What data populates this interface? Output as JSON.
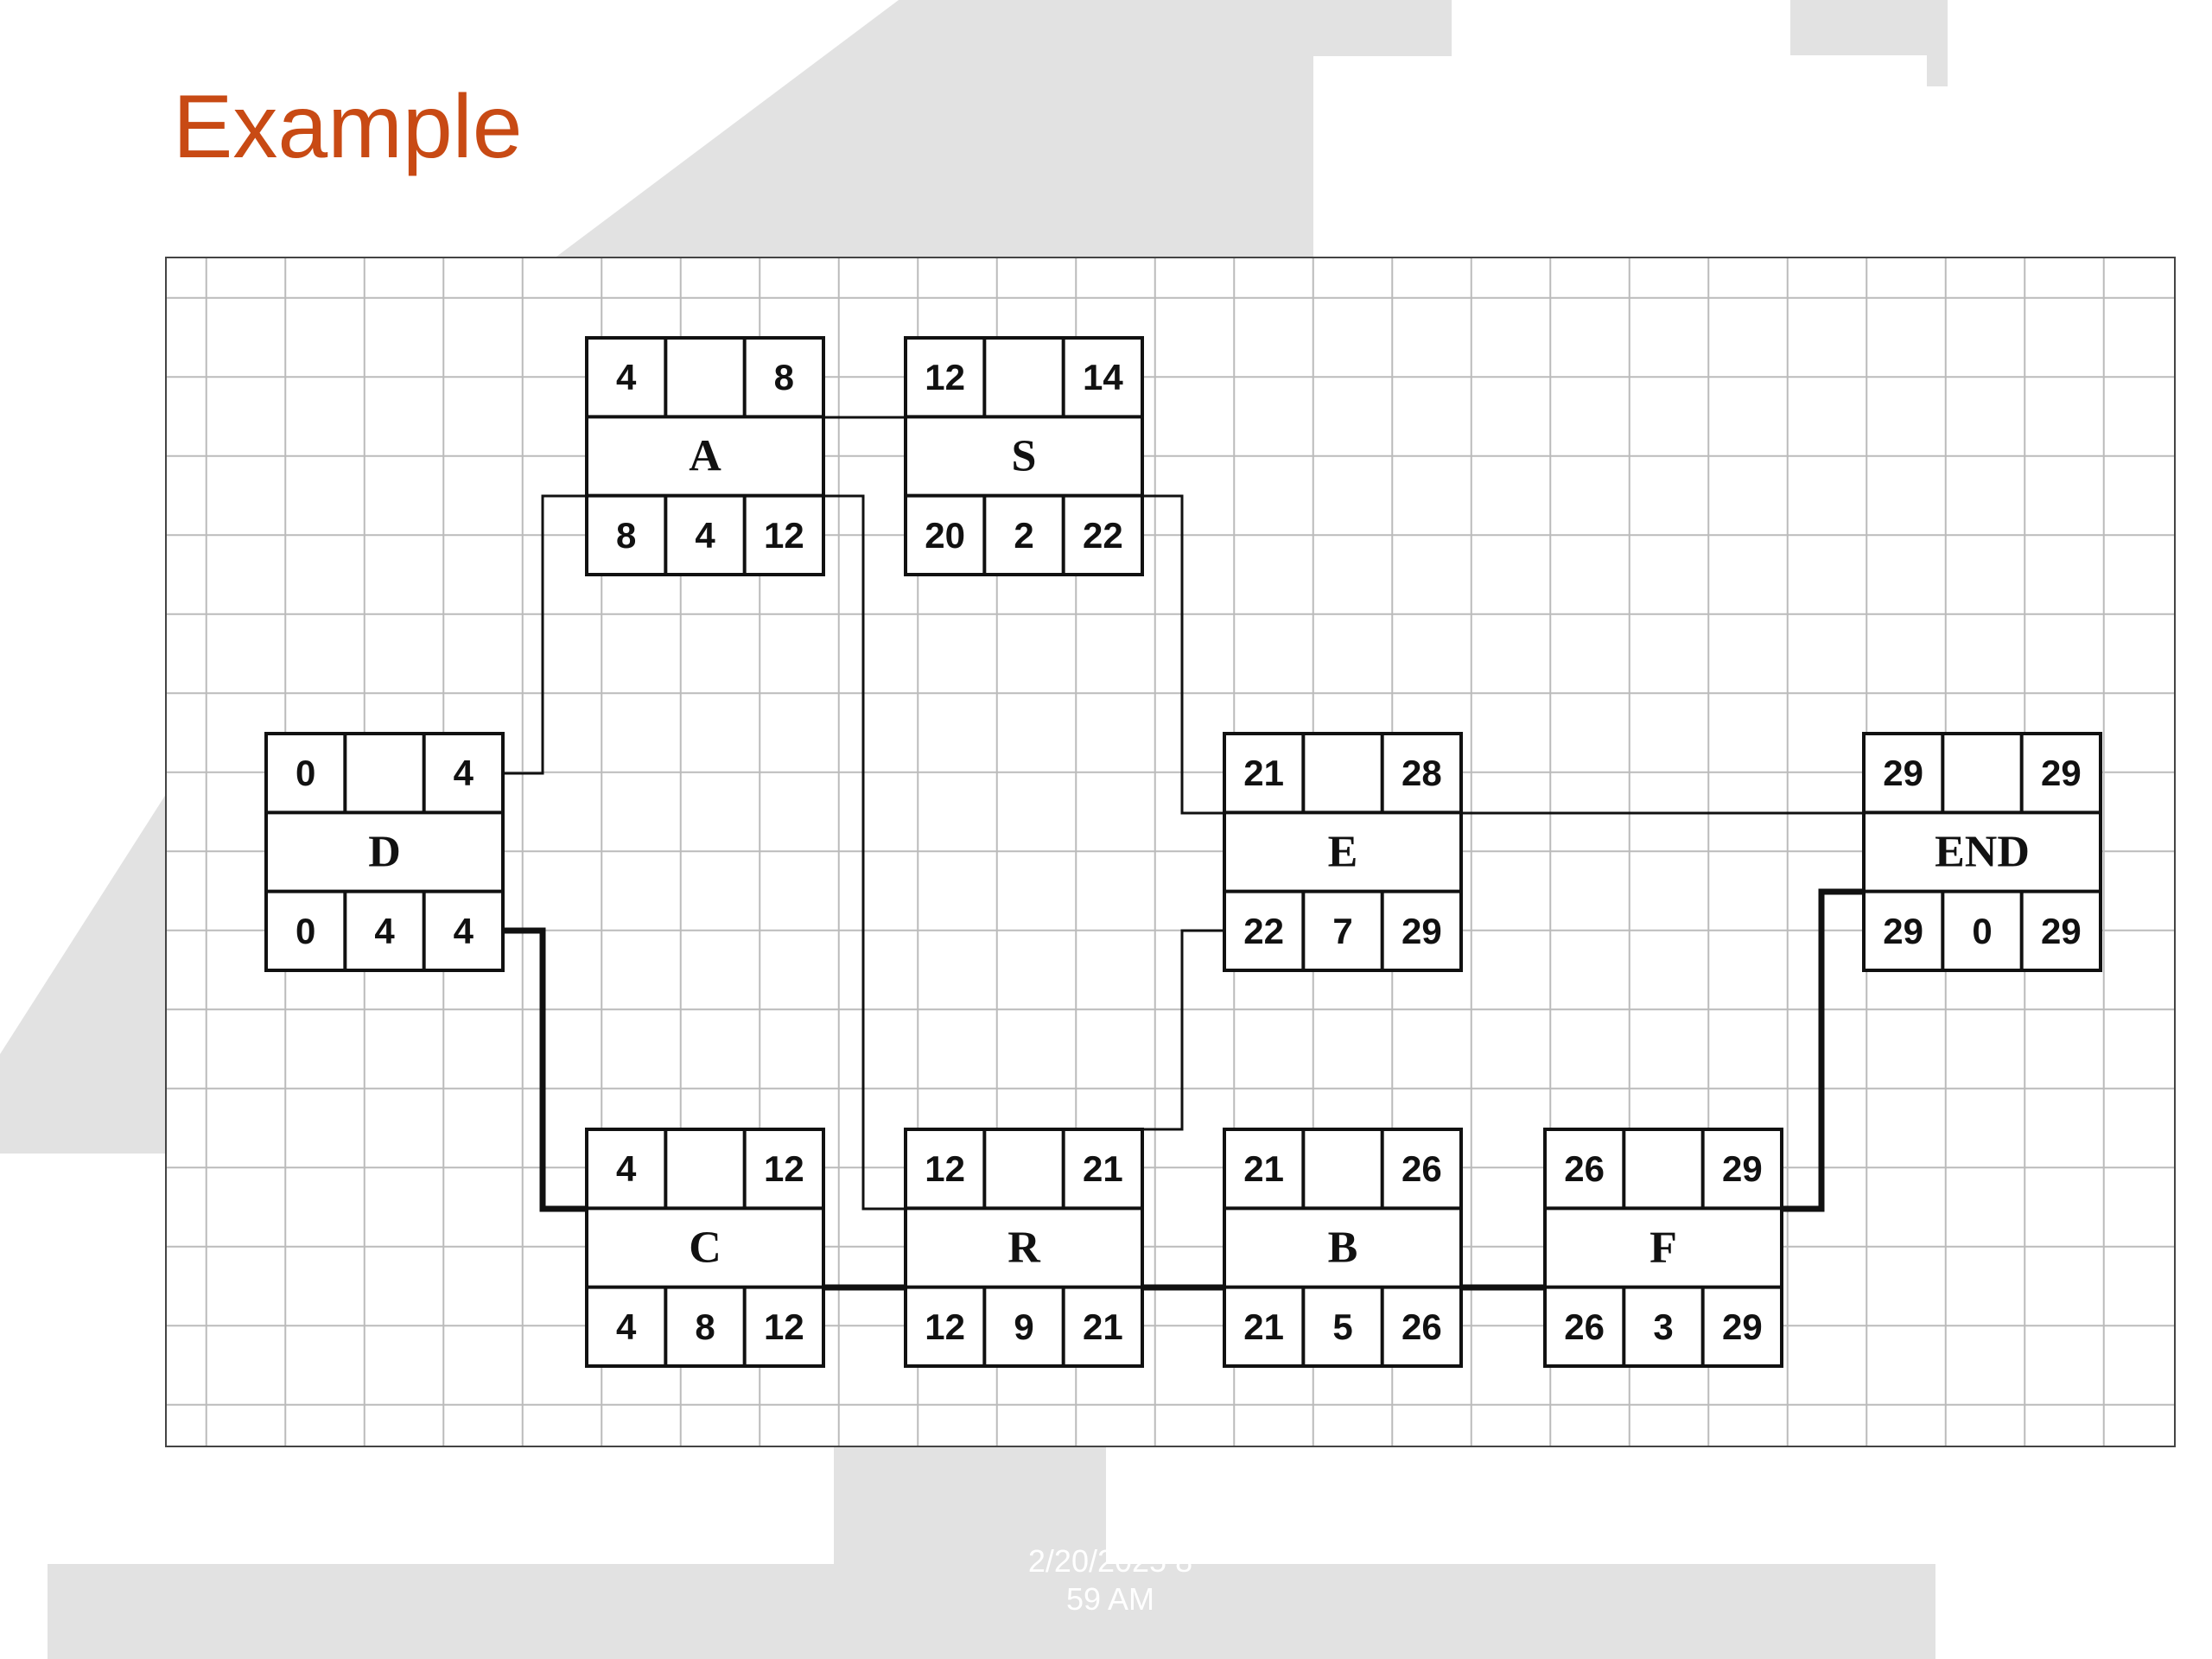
{
  "slide": {
    "title": "Example",
    "title_color": "#c84a14",
    "footer_date": "2/20/2025 8",
    "footer_time": "59 AM"
  },
  "diagram": {
    "line_color": "#111111",
    "grid_color": "#bbbbbb",
    "nodes": [
      {
        "id": "D",
        "es": "0",
        "ef": "4",
        "ls": "0",
        "dur": "4",
        "lf": "4"
      },
      {
        "id": "A",
        "es": "4",
        "ef": "8",
        "ls": "8",
        "dur": "4",
        "lf": "12"
      },
      {
        "id": "S",
        "es": "12",
        "ef": "14",
        "ls": "20",
        "dur": "2",
        "lf": "22"
      },
      {
        "id": "C",
        "es": "4",
        "ef": "12",
        "ls": "4",
        "dur": "8",
        "lf": "12"
      },
      {
        "id": "R",
        "es": "12",
        "ef": "21",
        "ls": "12",
        "dur": "9",
        "lf": "21"
      },
      {
        "id": "B",
        "es": "21",
        "ef": "26",
        "ls": "21",
        "dur": "5",
        "lf": "26"
      },
      {
        "id": "E",
        "es": "21",
        "ef": "28",
        "ls": "22",
        "dur": "7",
        "lf": "29"
      },
      {
        "id": "F",
        "es": "26",
        "ef": "29",
        "ls": "26",
        "dur": "3",
        "lf": "29"
      },
      {
        "id": "END",
        "es": "29",
        "ef": "29",
        "ls": "29",
        "dur": "0",
        "lf": "29"
      }
    ],
    "edges": [
      {
        "from": "D",
        "to": "A",
        "critical": false
      },
      {
        "from": "D",
        "to": "C",
        "critical": true
      },
      {
        "from": "A",
        "to": "S",
        "critical": false
      },
      {
        "from": "A",
        "to": "R",
        "critical": false
      },
      {
        "from": "C",
        "to": "R",
        "critical": true
      },
      {
        "from": "S",
        "to": "E",
        "critical": false
      },
      {
        "from": "R",
        "to": "E",
        "critical": false
      },
      {
        "from": "R",
        "to": "B",
        "critical": true
      },
      {
        "from": "B",
        "to": "F",
        "critical": true
      },
      {
        "from": "E",
        "to": "END",
        "critical": false
      },
      {
        "from": "F",
        "to": "END",
        "critical": true
      }
    ]
  }
}
